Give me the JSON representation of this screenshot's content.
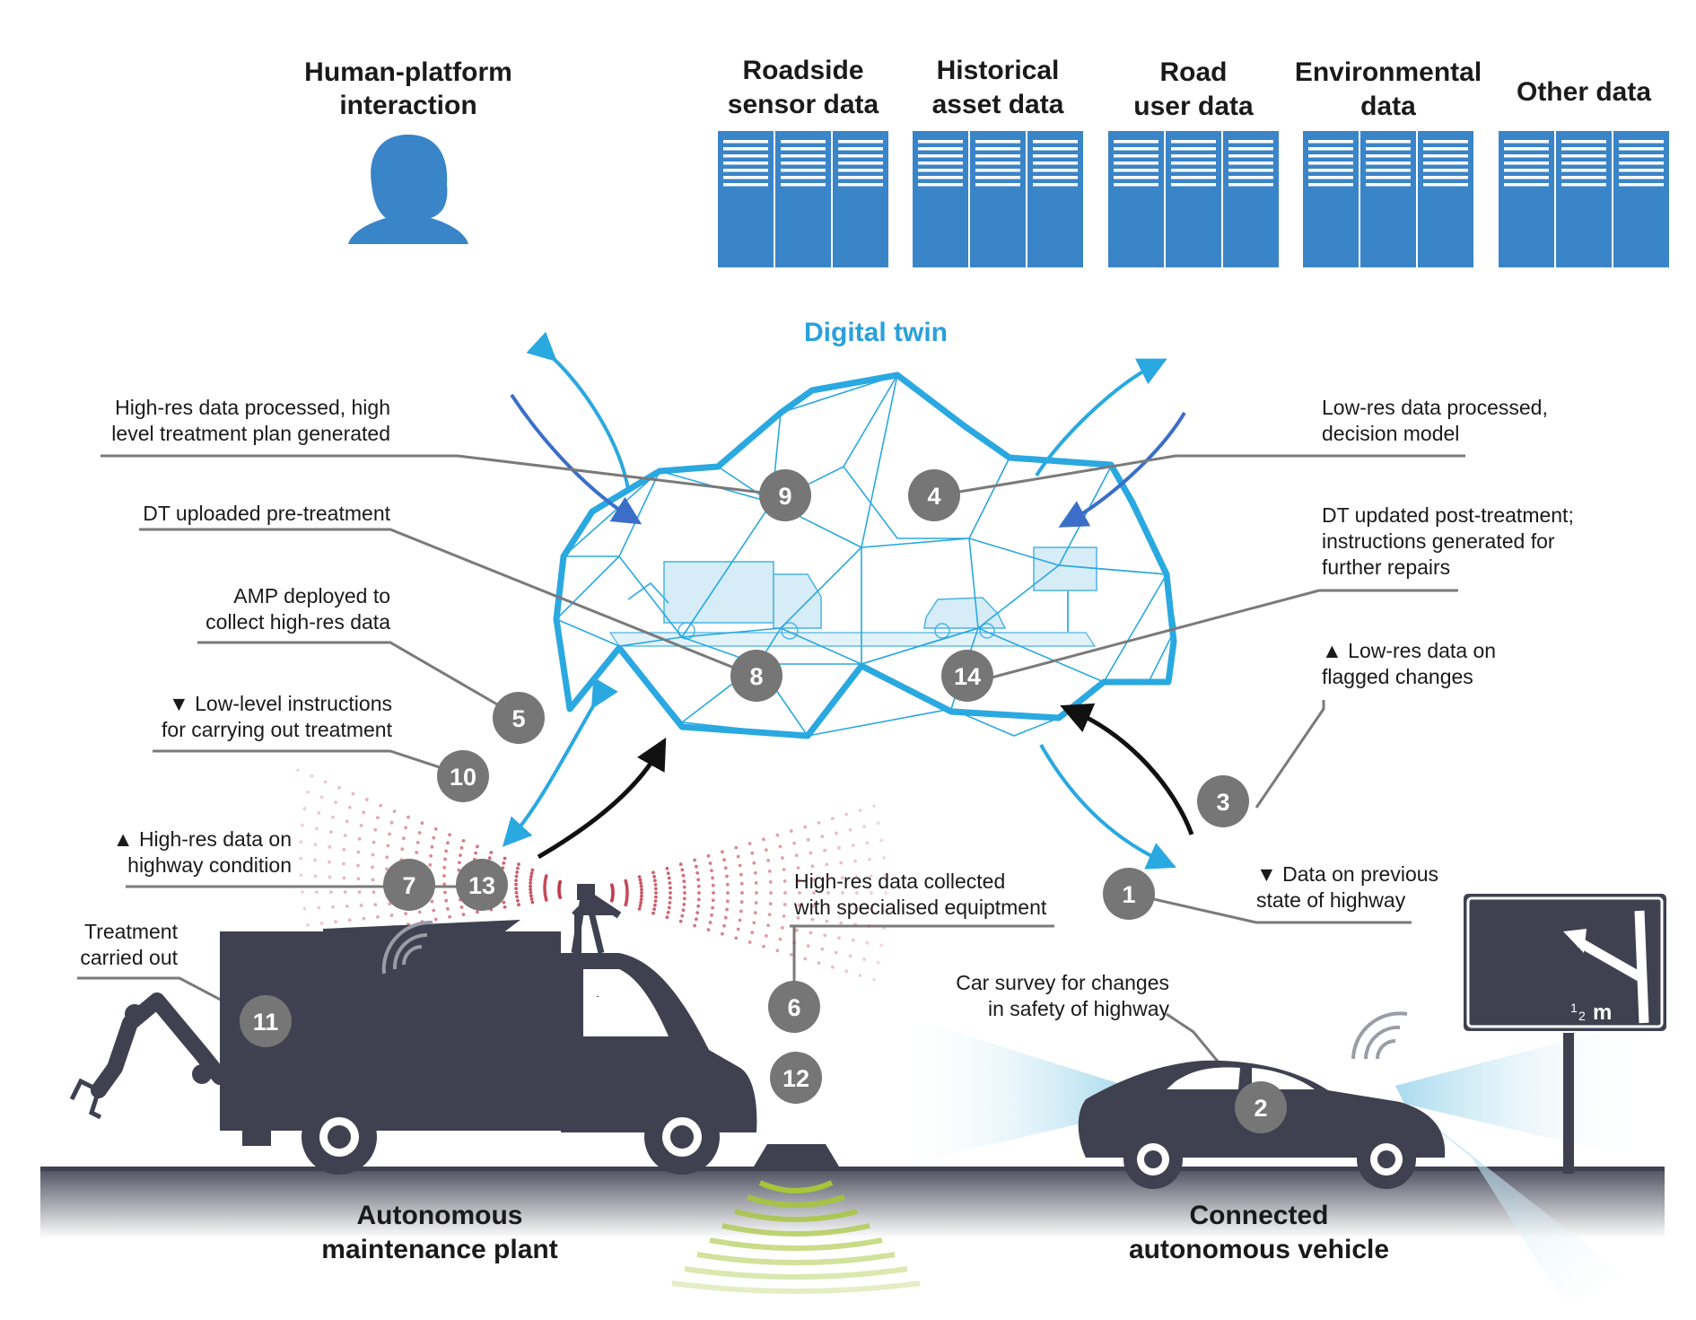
{
  "human": {
    "label_line1": "Human-platform",
    "label_line2": "interaction",
    "icon": "person-icon"
  },
  "data_sources": [
    {
      "line1": "Roadside",
      "line2": "sensor data"
    },
    {
      "line1": "Historical",
      "line2": "asset data"
    },
    {
      "line1": "Road",
      "line2": "user data"
    },
    {
      "line1": "Environmental",
      "line2": "data"
    },
    {
      "line1": "Other data",
      "line2": ""
    }
  ],
  "digital_twin": {
    "title": "Digital twin"
  },
  "annotations": {
    "a9": {
      "line1": "High-res data processed, high",
      "line2": "level treatment plan generated"
    },
    "a4": {
      "line1": "Low-res data processed,",
      "line2": "decision model"
    },
    "a8": {
      "line1": "DT uploaded pre-treatment"
    },
    "a14": {
      "line1": "DT updated post-treatment;",
      "line2": "instructions generated for",
      "line3": "further repairs"
    },
    "a5": {
      "line1": "AMP deployed to",
      "line2": "collect high-res data"
    },
    "a3": {
      "line1": "▲ Low-res data on",
      "line2": "flagged changes"
    },
    "a10": {
      "line1": "▼ Low-level instructions",
      "line2": "for carrying out treatment"
    },
    "a7": {
      "line1": "▲ High-res data on",
      "line2": "highway condition"
    },
    "a6": {
      "line1": "High-res data collected",
      "line2": "with specialised equiptment"
    },
    "a1": {
      "line1": "▼ Data on previous",
      "line2": "state of highway"
    },
    "a11": {
      "line1": "Treatment",
      "line2": "carried out"
    },
    "a2": {
      "line1": "Car survey for changes",
      "line2": "in safety of highway"
    }
  },
  "steps": [
    "1",
    "2",
    "3",
    "4",
    "5",
    "6",
    "7",
    "8",
    "9",
    "10",
    "11",
    "12",
    "13",
    "14"
  ],
  "sign": {
    "text": "m",
    "fraction": "1",
    "fraction_sub": "2"
  },
  "ground": {
    "left_line1": "Autonomous",
    "left_line2": "maintenance plant",
    "right_line1": "Connected",
    "right_line2": "autonomous vehicle"
  },
  "colors": {
    "accent": "#2aa8e0",
    "server": "#3a84c8",
    "vehicle": "#3f4150",
    "badge": "#767676",
    "signal": "#c0394b",
    "ground_signal": "#a6c53a"
  }
}
